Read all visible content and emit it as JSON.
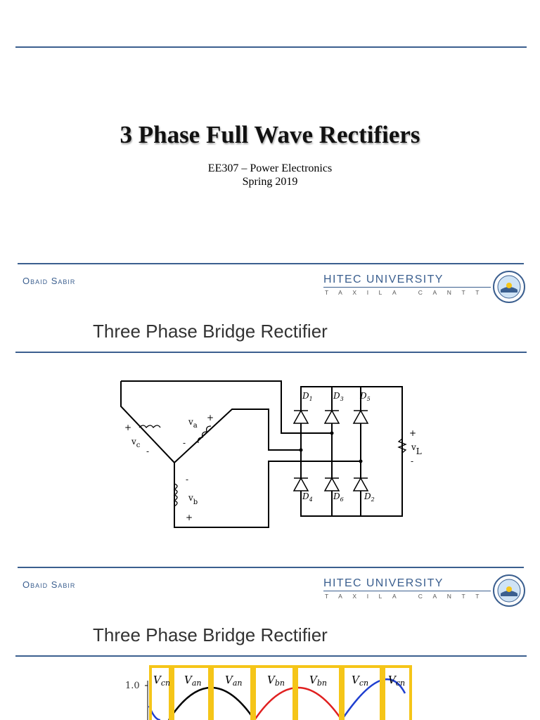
{
  "slide1": {
    "title": "3 Phase Full Wave Rectifiers",
    "course": "EE307 – Power Electronics",
    "term": "Spring 2019"
  },
  "header": {
    "author": "Obaid Sabir",
    "university": "HITEC UNIVERSITY",
    "university_sub": "TAXILA CANTT",
    "logo_icon": "university-seal-icon"
  },
  "slide2": {
    "title": "Three Phase Bridge Rectifier",
    "circuit": {
      "diodes": [
        "D",
        "D",
        "D",
        "D",
        "D",
        "D"
      ],
      "diode_subs": [
        "1",
        "3",
        "5",
        "4",
        "6",
        "2"
      ],
      "va": "v",
      "va_sub": "a",
      "vb": "v",
      "vb_sub": "b",
      "vc": "v",
      "vc_sub": "c",
      "vl": "v",
      "vl_sub": "L",
      "plus": "+",
      "minus": "-"
    }
  },
  "slide3": {
    "title": "Three Phase Bridge Rectifier",
    "plot": {
      "y_tick": "1.0",
      "labels": [
        "V",
        "V",
        "V",
        "V",
        "V",
        "V",
        "V"
      ],
      "label_subs": [
        "cn",
        "an",
        "an",
        "bn",
        "bn",
        "cn",
        "cn"
      ]
    }
  },
  "colors": {
    "accent": "#3b5f8f",
    "highlight": "#f5c518",
    "phase_a": "#000000",
    "phase_b": "#e02020",
    "phase_c": "#1f3fd0"
  }
}
